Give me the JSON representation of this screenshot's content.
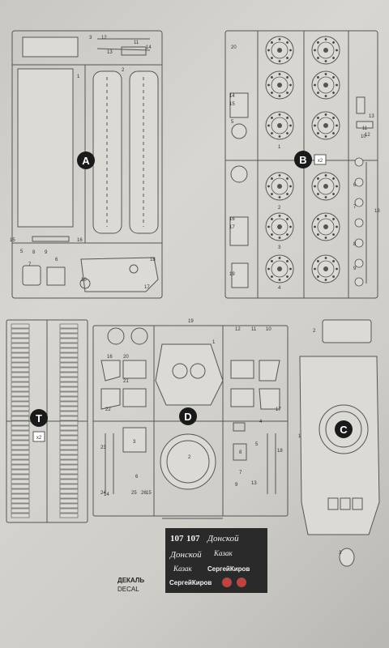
{
  "sprues": [
    {
      "id": "A",
      "label": "A",
      "multiplier": ""
    },
    {
      "id": "B",
      "label": "B",
      "multiplier": "x2"
    },
    {
      "id": "T",
      "label": "T",
      "multiplier": "x2"
    },
    {
      "id": "D",
      "label": "D",
      "multiplier": ""
    },
    {
      "id": "C",
      "label": "C",
      "multiplier": ""
    }
  ],
  "part_numbers": {
    "a_top": [
      "1",
      "2",
      "3",
      "11",
      "12",
      "13",
      "14"
    ],
    "a_mid": [
      "15",
      "16",
      "5",
      "6",
      "7",
      "8",
      "9",
      "10",
      "17",
      "18"
    ],
    "b_col": [
      "20",
      "1",
      "2",
      "3",
      "4",
      "5",
      "6",
      "7",
      "8",
      "9",
      "10",
      "11",
      "12",
      "13",
      "14",
      "15",
      "16",
      "17",
      "18",
      "19"
    ],
    "d_col": [
      "19",
      "1",
      "20",
      "21",
      "22",
      "23",
      "24",
      "2",
      "3",
      "4",
      "5",
      "6",
      "7",
      "8",
      "9",
      "10",
      "11",
      "12",
      "13",
      "14",
      "15",
      "16",
      "17",
      "18",
      "25",
      "26"
    ],
    "c_col": [
      "1",
      "2",
      "3"
    ]
  },
  "decal": {
    "caption_ru": "ДЕКАЛЬ",
    "caption_en": "DECAL",
    "texts": [
      "107",
      "107",
      "Донской",
      "Донской",
      "Казак",
      "Казак",
      "СергейКиров",
      "СергейКиров"
    ],
    "colors": {
      "sheet": "#2a2a2a",
      "text": "#f2f2f2"
    }
  },
  "colors": {
    "line": "#444444",
    "badge": "#1a1a1a",
    "paper": "#d6d4cf"
  }
}
